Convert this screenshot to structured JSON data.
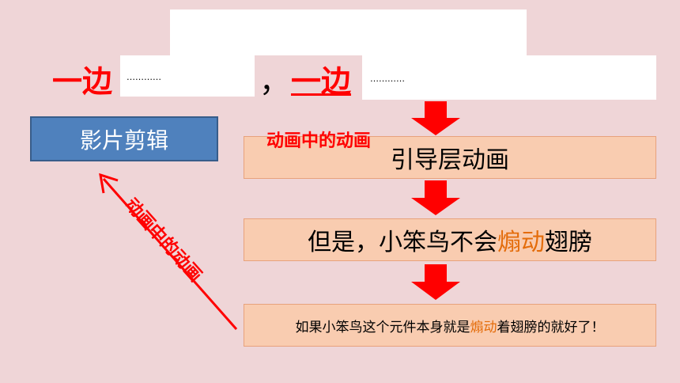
{
  "top": {
    "part1": "一边",
    "dots1": "…………",
    "tail1": "，",
    "part2": "一边",
    "dots2": "…………"
  },
  "movie_clip": {
    "label": "影片剪辑"
  },
  "annotation": {
    "label": "动画中的动画"
  },
  "diagonal_label": "动画中的动画",
  "flow": {
    "box1": "引导层动画",
    "box2_pre": "但是，小笨鸟不会",
    "box2_hl": "煽动",
    "box2_post": "翅膀",
    "box3_pre": "如果小笨鸟这个元件本身就是",
    "box3_hl": "煽动",
    "box3_post": "着翅膀的就好了！"
  },
  "colors": {
    "background": "#efd5d7",
    "accent_red": "#ff0000",
    "highlight": "#e46c0a",
    "box_fill": "#f9ccb0",
    "clip_blue": "#4f81bd"
  }
}
